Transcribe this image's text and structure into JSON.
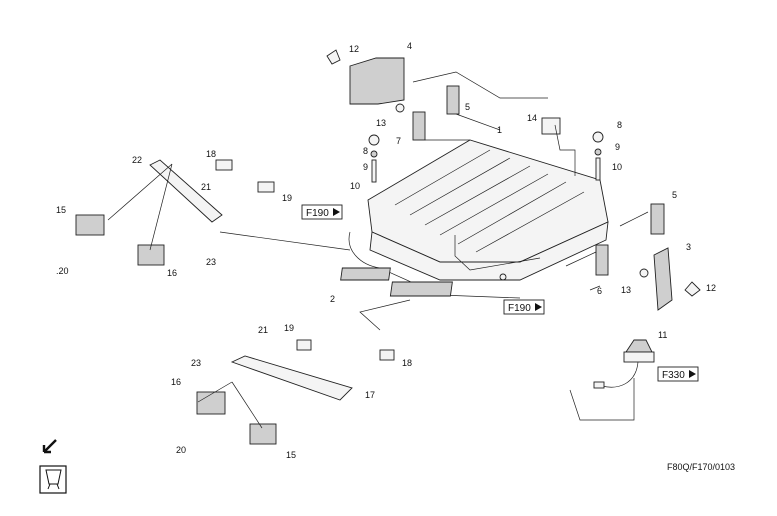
{
  "figure_code": "F80Q/F170/0103",
  "references": [
    {
      "id": "ref-f190-left",
      "label": "F190"
    },
    {
      "id": "ref-f190-right",
      "label": "F190"
    },
    {
      "id": "ref-f330",
      "label": "F330"
    }
  ],
  "callouts": [
    "1",
    "2",
    "3",
    "4",
    "5",
    "5",
    "6",
    "7",
    "8",
    "8",
    "9",
    "9",
    "10",
    "10",
    "11",
    "12",
    "12",
    "13",
    "13",
    "14",
    "15",
    "15",
    "16",
    "16",
    "17",
    "18",
    "18",
    "19",
    "19",
    ".20",
    "20",
    "21",
    "21",
    "22",
    "23",
    "23"
  ],
  "icons": [
    "view-arrow-icon",
    "operator-seat-icon"
  ]
}
